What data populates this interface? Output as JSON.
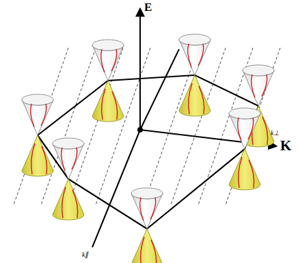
{
  "diagram": {
    "labels": [
      "E",
      "K",
      "k⊥",
      "k∥"
    ]
  }
}
